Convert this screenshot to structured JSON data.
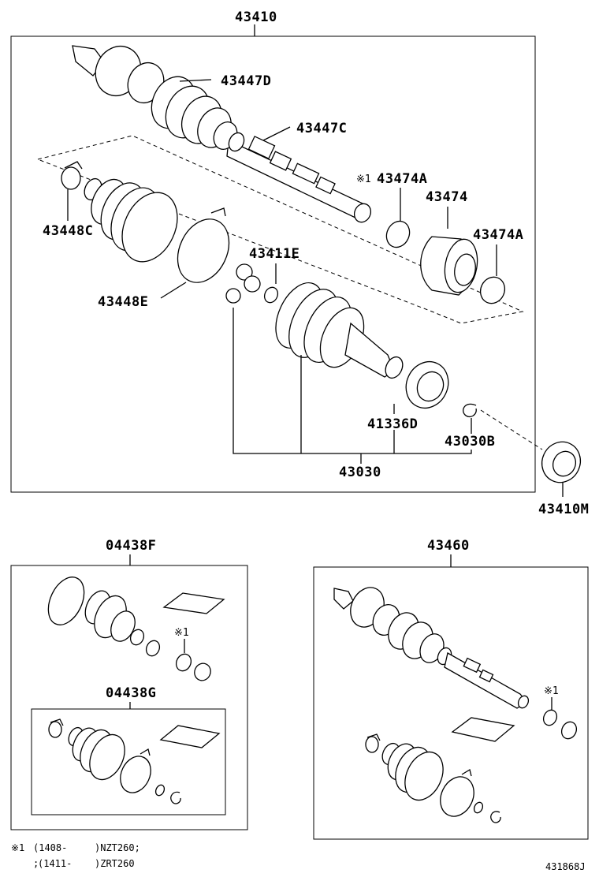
{
  "labels": {
    "assembly_main": "43410",
    "p43447D": "43447D",
    "p43447C": "43447C",
    "p43474A_top": "43474A",
    "p43474": "43474",
    "p43474A_right": "43474A",
    "p43448C": "43448C",
    "p43411E": "43411E",
    "p43448E": "43448E",
    "p41336D": "41336D",
    "p43030B": "43030B",
    "p43030": "43030",
    "p43410M": "43410M",
    "kit_04438F": "04438F",
    "kit_04438G": "04438G",
    "assembly_43460": "43460"
  },
  "marks": {
    "ref_mark": "※1",
    "ref_mark_kit": "※1",
    "ref_mark_43460": "※1"
  },
  "footnote": {
    "line1_mark": "※1",
    "line1_range": "(1408-",
    "line1_model": ")NZT260;",
    "line2_prefix": ";",
    "line2_range": "(1411-",
    "line2_model": ")ZRT260"
  },
  "diagram_id": "431868J"
}
